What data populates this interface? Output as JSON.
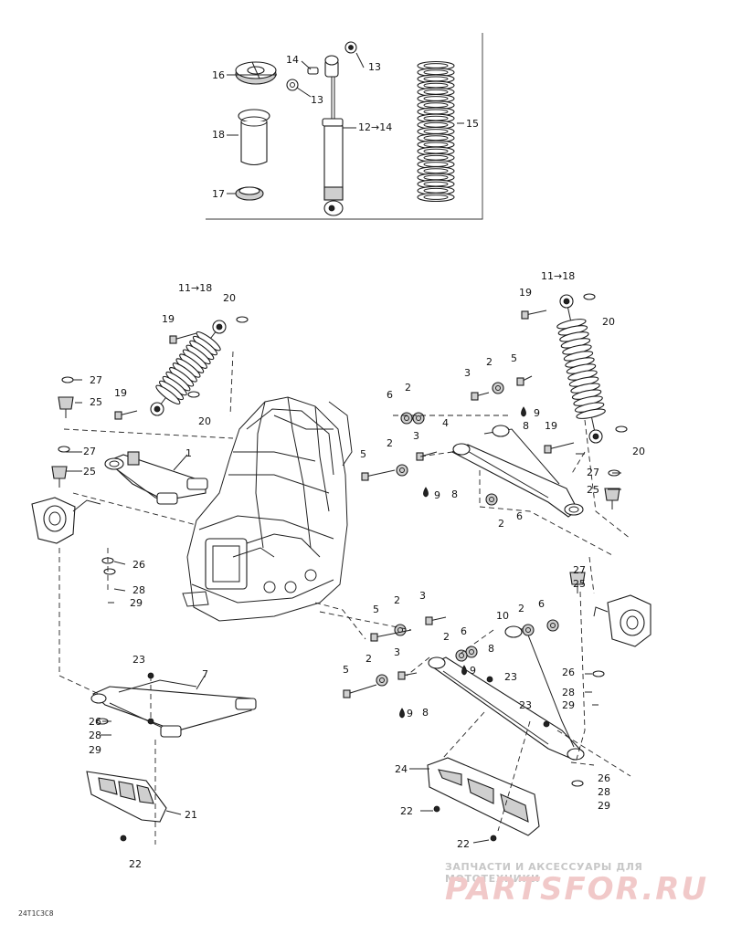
{
  "callouts": [
    {
      "id": "c16",
      "text": "16"
    },
    {
      "id": "c14",
      "text": "14"
    },
    {
      "id": "c13a",
      "text": "13"
    },
    {
      "id": "c13b",
      "text": "13"
    },
    {
      "id": "c12to14",
      "text": "12→14"
    },
    {
      "id": "c15",
      "text": "15"
    },
    {
      "id": "c18",
      "text": "18"
    },
    {
      "id": "c17",
      "text": "17"
    },
    {
      "id": "c11to18L",
      "text": "11→18"
    },
    {
      "id": "c20La",
      "text": "20"
    },
    {
      "id": "c19La",
      "text": "19"
    },
    {
      "id": "c27La",
      "text": "27"
    },
    {
      "id": "c25La",
      "text": "25"
    },
    {
      "id": "c19Lb",
      "text": "19"
    },
    {
      "id": "c20Lb",
      "text": "20"
    },
    {
      "id": "c1",
      "text": "1"
    },
    {
      "id": "c27Lb",
      "text": "27"
    },
    {
      "id": "c25Lb",
      "text": "25"
    },
    {
      "id": "c26L",
      "text": "26"
    },
    {
      "id": "c28L",
      "text": "28"
    },
    {
      "id": "c29L",
      "text": "29"
    },
    {
      "id": "c23L",
      "text": "23"
    },
    {
      "id": "c7",
      "text": "7"
    },
    {
      "id": "c26Lb",
      "text": "26"
    },
    {
      "id": "c28Lb",
      "text": "28"
    },
    {
      "id": "c29Lb",
      "text": "29"
    },
    {
      "id": "c21",
      "text": "21"
    },
    {
      "id": "c22L",
      "text": "22"
    },
    {
      "id": "c11to18R",
      "text": "11→18"
    },
    {
      "id": "c19Ra",
      "text": "19"
    },
    {
      "id": "c20Ra",
      "text": "20"
    },
    {
      "id": "c3Ra",
      "text": "3"
    },
    {
      "id": "c2Ra",
      "text": "2"
    },
    {
      "id": "c5Ra",
      "text": "5"
    },
    {
      "id": "c6Ra",
      "text": "6"
    },
    {
      "id": "c2Rb",
      "text": "2"
    },
    {
      "id": "c9Ra",
      "text": "9"
    },
    {
      "id": "c8Ra",
      "text": "8"
    },
    {
      "id": "c4",
      "text": "4"
    },
    {
      "id": "c3Rb",
      "text": "3"
    },
    {
      "id": "c19Rb",
      "text": "19"
    },
    {
      "id": "c20Rb",
      "text": "20"
    },
    {
      "id": "c5Rb",
      "text": "5"
    },
    {
      "id": "c2Rc",
      "text": "2"
    },
    {
      "id": "c9Rb",
      "text": "9"
    },
    {
      "id": "c8Rb",
      "text": "8"
    },
    {
      "id": "c27R",
      "text": "27"
    },
    {
      "id": "c25R",
      "text": "25"
    },
    {
      "id": "c2Rd",
      "text": "2"
    },
    {
      "id": "c6Rb",
      "text": "6"
    },
    {
      "id": "c27Rb",
      "text": "27"
    },
    {
      "id": "c25Rb",
      "text": "25"
    },
    {
      "id": "c5Rc",
      "text": "5"
    },
    {
      "id": "c2Re",
      "text": "2"
    },
    {
      "id": "c3Rc",
      "text": "3"
    },
    {
      "id": "c10",
      "text": "10"
    },
    {
      "id": "c2Rf",
      "text": "2"
    },
    {
      "id": "c6Rc",
      "text": "6"
    },
    {
      "id": "c2Rg",
      "text": "2"
    },
    {
      "id": "c6Rd",
      "text": "6"
    },
    {
      "id": "c8Rc",
      "text": "8"
    },
    {
      "id": "c5Rd",
      "text": "5"
    },
    {
      "id": "c2Rh",
      "text": "2"
    },
    {
      "id": "c3Rd",
      "text": "3"
    },
    {
      "id": "c9Rc",
      "text": "9"
    },
    {
      "id": "c23Ra",
      "text": "23"
    },
    {
      "id": "c9Rd",
      "text": "9"
    },
    {
      "id": "c8Rd",
      "text": "8"
    },
    {
      "id": "c26Ra",
      "text": "26"
    },
    {
      "id": "c28Ra",
      "text": "28"
    },
    {
      "id": "c29Ra",
      "text": "29"
    },
    {
      "id": "c23Rb",
      "text": "23"
    },
    {
      "id": "c24",
      "text": "24"
    },
    {
      "id": "c26Rb",
      "text": "26"
    },
    {
      "id": "c28Rb",
      "text": "28"
    },
    {
      "id": "c29Rb",
      "text": "29"
    },
    {
      "id": "c22Ra",
      "text": "22"
    },
    {
      "id": "c22Rb",
      "text": "22"
    }
  ],
  "watermark": {
    "caption": "ЗАПЧАСТИ И АКСЕССУАРЫ ДЛЯ МОТОТЕХНИКИ",
    "logo": "PARTSFOR.RU",
    "caption_color": "#c7c7c7",
    "logo_color": "#f1c9c9"
  },
  "drawing_code": "24T1C3C8"
}
